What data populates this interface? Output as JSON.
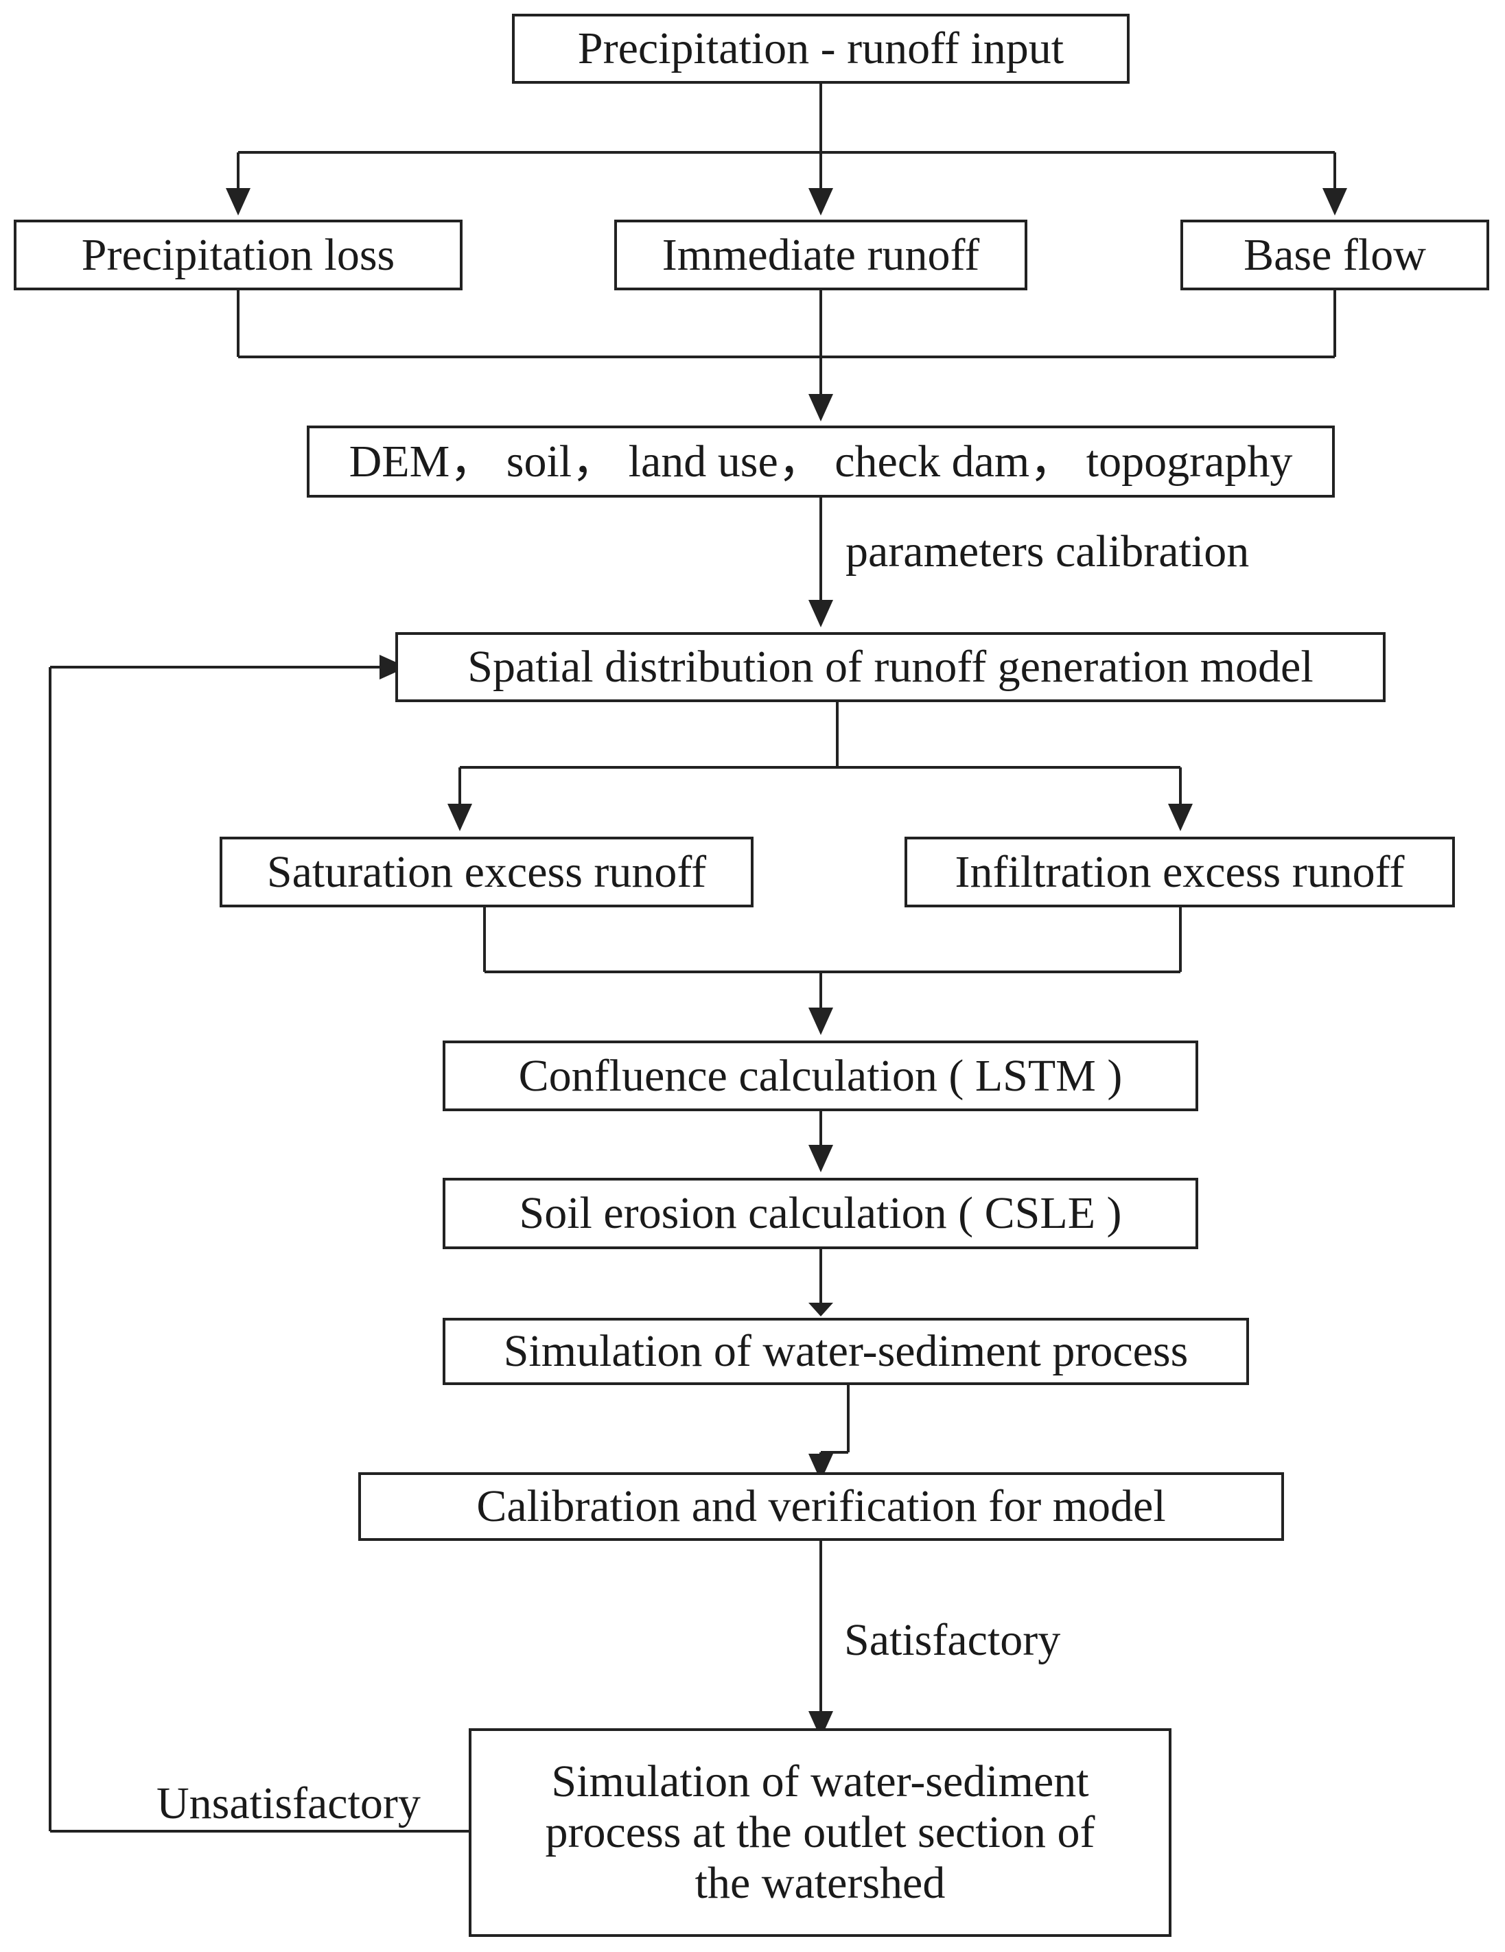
{
  "nodes": {
    "input": "Precipitation - runoff input",
    "precip_loss": "Precipitation loss",
    "immediate_runoff": "Immediate runoff",
    "base_flow": "Base flow",
    "data_layers": "DEM， soil， land use， check dam， topography",
    "spatial_model": "Spatial distribution of runoff generation model",
    "saturation_excess": "Saturation excess runoff",
    "infiltration_excess": "Infiltration excess runoff",
    "confluence": "Confluence calculation ( LSTM )",
    "soil_erosion": "Soil erosion calculation ( CSLE )",
    "sim_process": "Simulation of water-sediment process",
    "calibration": "Calibration and verification for model",
    "outlet_line1": "Simulation of water-sediment",
    "outlet_line2": "process at the outlet section of",
    "outlet_line3": "the watershed"
  },
  "edge_labels": {
    "parameters": "parameters calibration",
    "satisfactory": "Satisfactory",
    "unsatisfactory": "Unsatisfactory"
  },
  "colors": {
    "line": "#222222",
    "background": "#ffffff"
  }
}
